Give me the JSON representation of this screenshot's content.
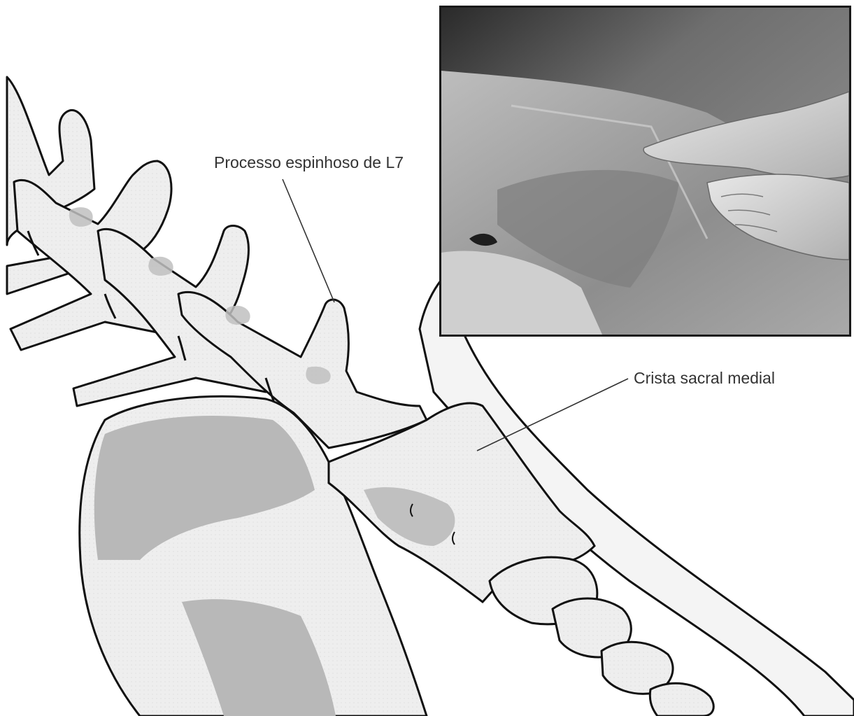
{
  "labels": {
    "l7_spinous_process": "Processo espinhoso de L7",
    "medial_sacral_crest": "Crista sacral medial"
  },
  "colors": {
    "bone_fill": "#eeeeee",
    "bone_shadow": "#b8b8b8",
    "outline": "#111111",
    "background": "#ffffff",
    "leader_line": "#333333"
  },
  "photo": {
    "subject": "gloved-hands-palpating-under-surgical-drape",
    "tone": "grayscale"
  }
}
